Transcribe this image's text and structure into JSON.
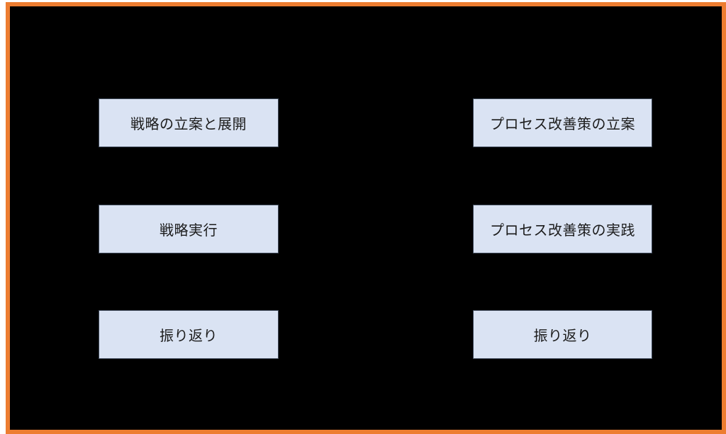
{
  "frame": {
    "border_color": "#ED7D31",
    "background_color": "#000000"
  },
  "node_style": {
    "fill_color": "#DAE3F3",
    "border_color": "#3F4A5A",
    "text_color": "#1C1C1C"
  },
  "diagram": {
    "type": "two-column-process-diagram",
    "columns": [
      {
        "id": "strategy-loop",
        "nodes": [
          {
            "label": "戦略の立案と展開"
          },
          {
            "label": "戦略実行"
          },
          {
            "label": "振り返り"
          }
        ]
      },
      {
        "id": "process-improvement-loop",
        "nodes": [
          {
            "label": "プロセス改善策の立案"
          },
          {
            "label": "プロセス改善策の実践"
          },
          {
            "label": "振り返り"
          }
        ]
      }
    ]
  }
}
